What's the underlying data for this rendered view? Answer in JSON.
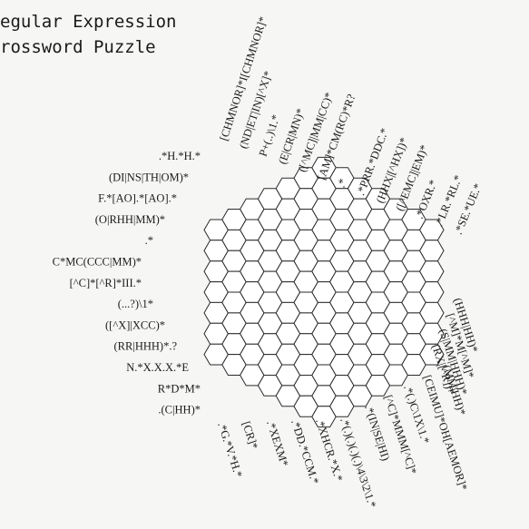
{
  "title": {
    "line1": "egular Expression",
    "line2": "rossword Puzzle"
  },
  "colors": {
    "background": "#f6f6f4",
    "cell_fill": "#ffffff",
    "ink": "#1b1b1b"
  },
  "left_clues": [
    ".*H.*H.*",
    "(DI|NS|TH|OM)*",
    "F.*[AO].*[AO].*",
    "(O|RHH|MM)*",
    ".*",
    "C*MC(CCC|MM)*",
    "[^C]*[^R]*III.*",
    "(...?)\\1*",
    "([^X]|XCC)*",
    "(RR|HHH)*.?",
    "N.*X.X.X.*E",
    "R*D*M*",
    ".(C|HH)*"
  ],
  "top_clues": [
    ".*(IN|SE|HI)",
    "[^C]*MMM[^C]*",
    ".*(.)C\\1X\\1.*",
    "[CEIMU]*OH[AEMOR]*",
    "(MM|HH)*"
  ],
  "top_right_clues": [
    "[CHMNOR]*I[CHMNOR]*",
    "(ND|ET|IN)[^X]*",
    "P+(..)\\1.*",
    "(E|CR|MN)*",
    "([^MC]|MM|CC)*",
    "[AM]*CM(RC)*R?",
    ".*",
    ".*PRR.*DDC.*",
    "(HHX|[^HX])*",
    "([^EMC]|EM)*",
    ".*OXR.*",
    ".*LR.*RL.*",
    ".*SE.*UE.*"
  ],
  "right_clues": [
    "(HHH|HH)*",
    "[^M]*M[^M]*",
    "(S|MM|HHH)*",
    "(RX|[^R])*"
  ],
  "bottom_clues": [
    ".*G.*V.*H.*",
    "[CR]*",
    ".*XEXM*",
    ".*DD.*CCM.*",
    ".*XHCR.*X.*",
    ".*(.)(.)(.)(.)\\4\\3\\2\\1.*"
  ]
}
